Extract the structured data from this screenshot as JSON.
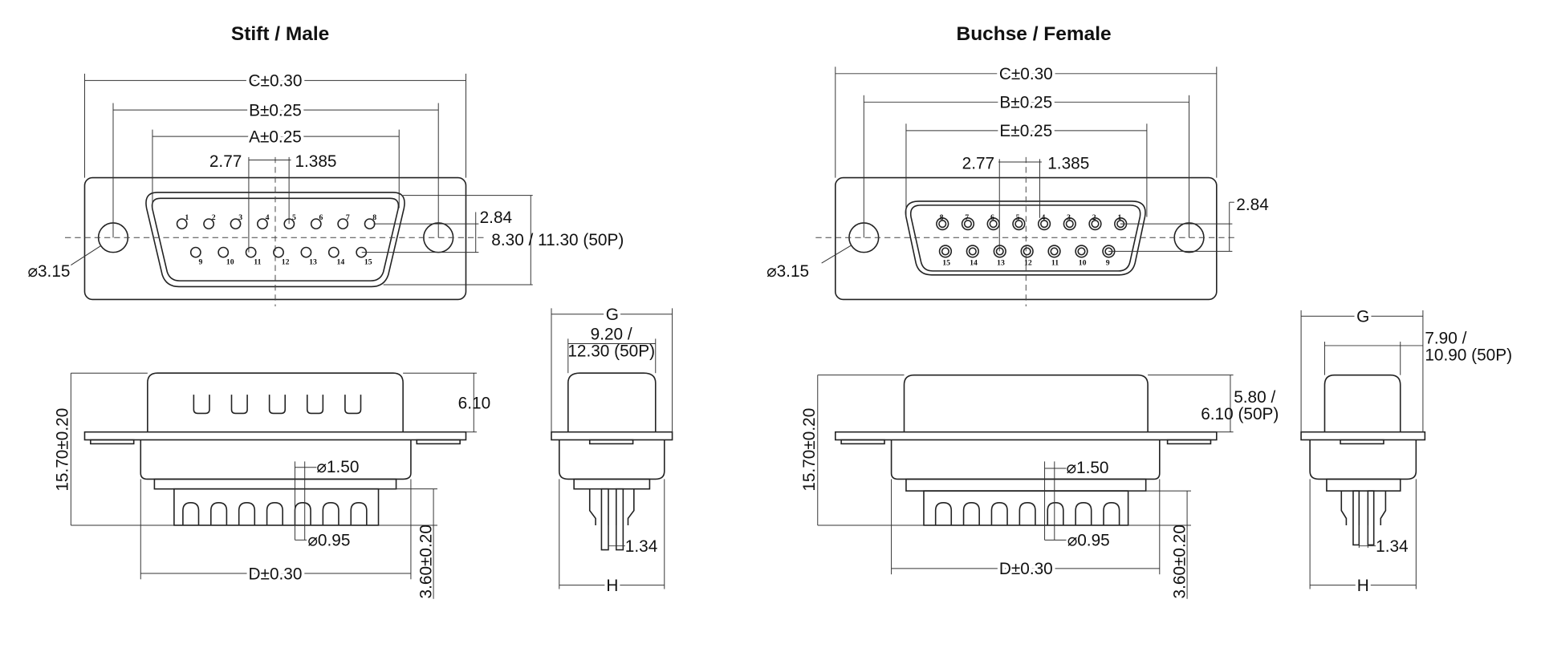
{
  "male": {
    "title": "Stift / Male",
    "dim_c": "C±0.30",
    "dim_b": "B±0.25",
    "dim_a": "A±0.25",
    "pitch": "2.77",
    "half_pitch": "1.385",
    "row": "2.84",
    "height": "8.30 / 11.30 (50P)",
    "hole": "⌀3.15",
    "total_height": "15.70±0.20",
    "shell_height": "6.10",
    "pin_dia_upper": "⌀1.50",
    "pin_dia_lower": "⌀0.95",
    "dim_d": "D±0.30",
    "tail": "3.60±0.20",
    "dim_g": "G",
    "end_w1": "9.20 /",
    "end_w2": "12.30 (50P)",
    "pin_w": "1.34",
    "dim_h": "H",
    "pins_row1": [
      "1",
      "2",
      "3",
      "4",
      "5",
      "6",
      "7",
      "8"
    ],
    "pins_row2": [
      "9",
      "10",
      "11",
      "12",
      "13",
      "14",
      "15"
    ]
  },
  "female": {
    "title": "Buchse / Female",
    "dim_c": "C±0.30",
    "dim_b": "B±0.25",
    "dim_e": "E±0.25",
    "pitch": "2.77",
    "half_pitch": "1.385",
    "row": "2.84",
    "hole": "⌀3.15",
    "total_height": "15.70±0.20",
    "shell_h1": "5.80 /",
    "shell_h2": "6.10 (50P)",
    "pin_dia_upper": "⌀1.50",
    "pin_dia_lower": "⌀0.95",
    "dim_d": "D±0.30",
    "tail": "3.60±0.20",
    "dim_g": "G",
    "end_w1": "7.90 /",
    "end_w2": "10.90 (50P)",
    "pin_w": "1.34",
    "dim_h": "H",
    "pins_row1": [
      "8",
      "7",
      "6",
      "5",
      "4",
      "3",
      "2",
      "1"
    ],
    "pins_row2": [
      "15",
      "14",
      "13",
      "12",
      "11",
      "10",
      "9"
    ]
  }
}
